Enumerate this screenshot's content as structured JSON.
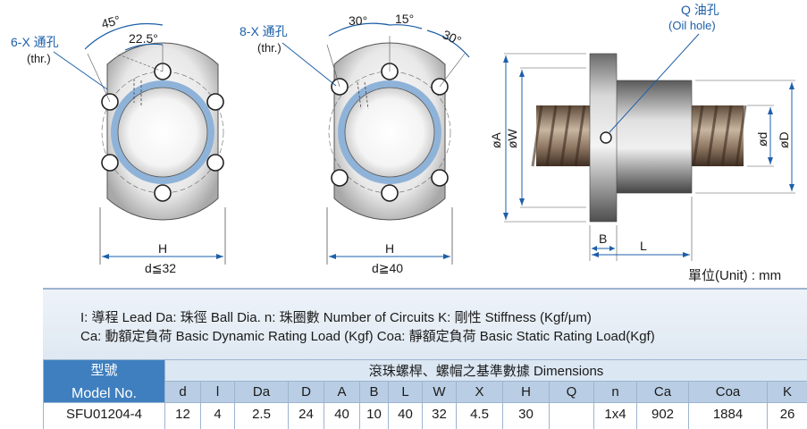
{
  "drawing": {
    "flange1": {
      "angle_outer": "45°",
      "angle_inner": "22.5°",
      "holes_label": "6-X 通孔",
      "holes_sub": "(thr.)",
      "width_label": "H",
      "condition": "d≦32"
    },
    "flange2": {
      "angle_a": "30°",
      "angle_b": "15°",
      "angle_c": "30°",
      "holes_label": "8-X 通孔",
      "holes_sub": "(thr.)",
      "width_label": "H",
      "condition": "d≧40"
    },
    "side": {
      "oil_label": "Q 油孔",
      "oil_sub": "(Oil hole)",
      "dia_A": "øA",
      "dia_W": "øW",
      "dia_d": "ød",
      "dia_D": "øD",
      "len_B": "B",
      "len_L": "L"
    },
    "colors": {
      "accent": "#1d5fa8",
      "line": "#1a1a1a"
    }
  },
  "unit_label": "單位(Unit) : mm",
  "legend": {
    "line1": "I: 導程  Lead    Da: 珠徑  Ball Dia.   n: 珠圈數  Number of Circuits    K: 剛性  Stiffness (Kgf/μm)",
    "line2": "Ca: 動額定負荷  Basic Dynamic Rating Load (Kgf)   Coa: 靜額定負荷  Basic Static Rating Load(Kgf)"
  },
  "table": {
    "model_header_top": "型號",
    "model_header_bottom": "Model No.",
    "dimensions_header": "滾珠螺桿、螺帽之基準數據  Dimensions",
    "columns": [
      "d",
      "l",
      "Da",
      "D",
      "A",
      "B",
      "L",
      "W",
      "X",
      "H",
      "Q",
      "n",
      "Ca",
      "Coa",
      "K"
    ],
    "rows": [
      {
        "model": "SFU01204-4",
        "values": [
          "12",
          "4",
          "2.5",
          "24",
          "40",
          "10",
          "40",
          "32",
          "4.5",
          "30",
          "",
          "1x4",
          "902",
          "1884",
          "26"
        ]
      }
    ],
    "colors": {
      "header_model": "#3f7fbf",
      "header_cols": "#b9cee4",
      "border": "#9db4cf"
    }
  }
}
